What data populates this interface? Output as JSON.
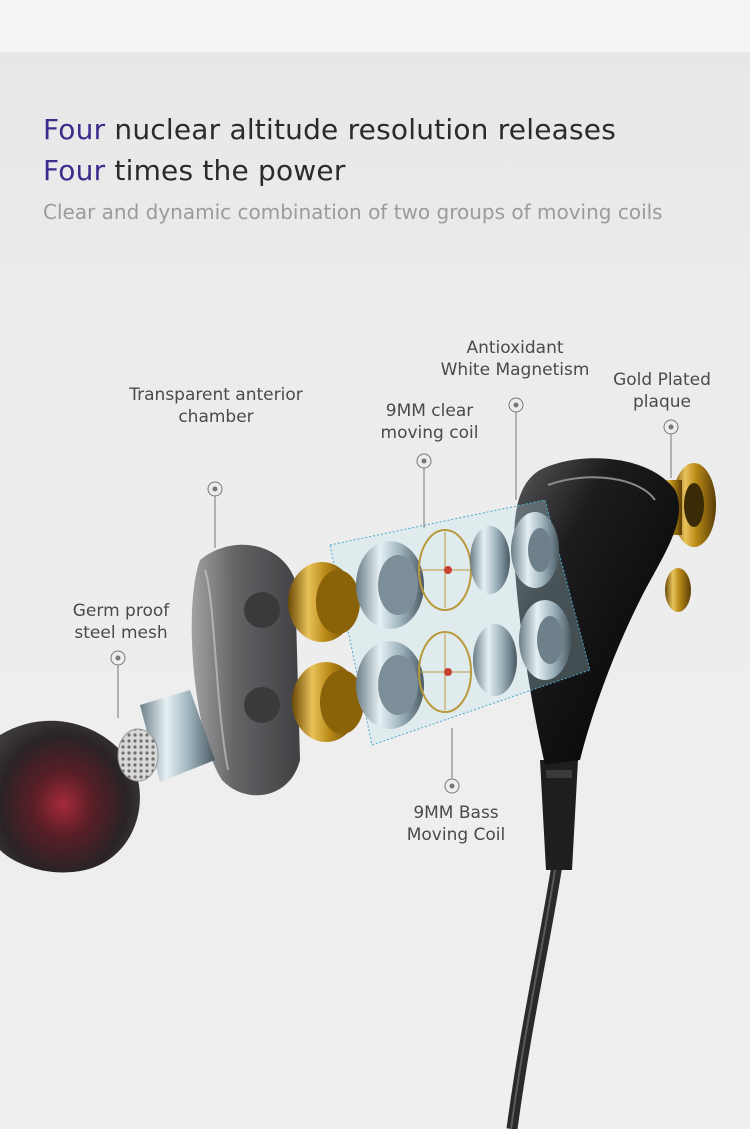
{
  "headline": {
    "line1": {
      "accent": "Four",
      "rest": "nuclear altitude resolution releases"
    },
    "line2": {
      "accent": "Four",
      "rest": "times the power"
    },
    "subtitle": "Clear and dynamic combination of two groups of moving coils"
  },
  "callouts": {
    "antioxidant": [
      "Antioxidant",
      "White Magnetism"
    ],
    "gold_plated": [
      "Gold Plated",
      "plaque"
    ],
    "transparent": [
      "Transparent anterior",
      "chamber"
    ],
    "clear_coil": [
      "9MM clear",
      "moving coil"
    ],
    "germ_proof": [
      "Germ proof",
      "steel mesh"
    ],
    "bass_coil": [
      "9MM Bass",
      "Moving Coil"
    ]
  },
  "colors": {
    "accent": "#3a2d8c",
    "headline": "#2b2b2b",
    "subtitle": "#9b9b9b",
    "callout_text": "#4a4a4a",
    "leader": "#777777"
  },
  "icons": {
    "ear_tip": "red-silicone-ear-tip",
    "mesh": "steel-mesh-filter",
    "chamber": "transparent-chamber",
    "coils": "dual-moving-coil-stack",
    "housing": "black-earphone-shell",
    "plaque": "gold-plated-connector"
  }
}
